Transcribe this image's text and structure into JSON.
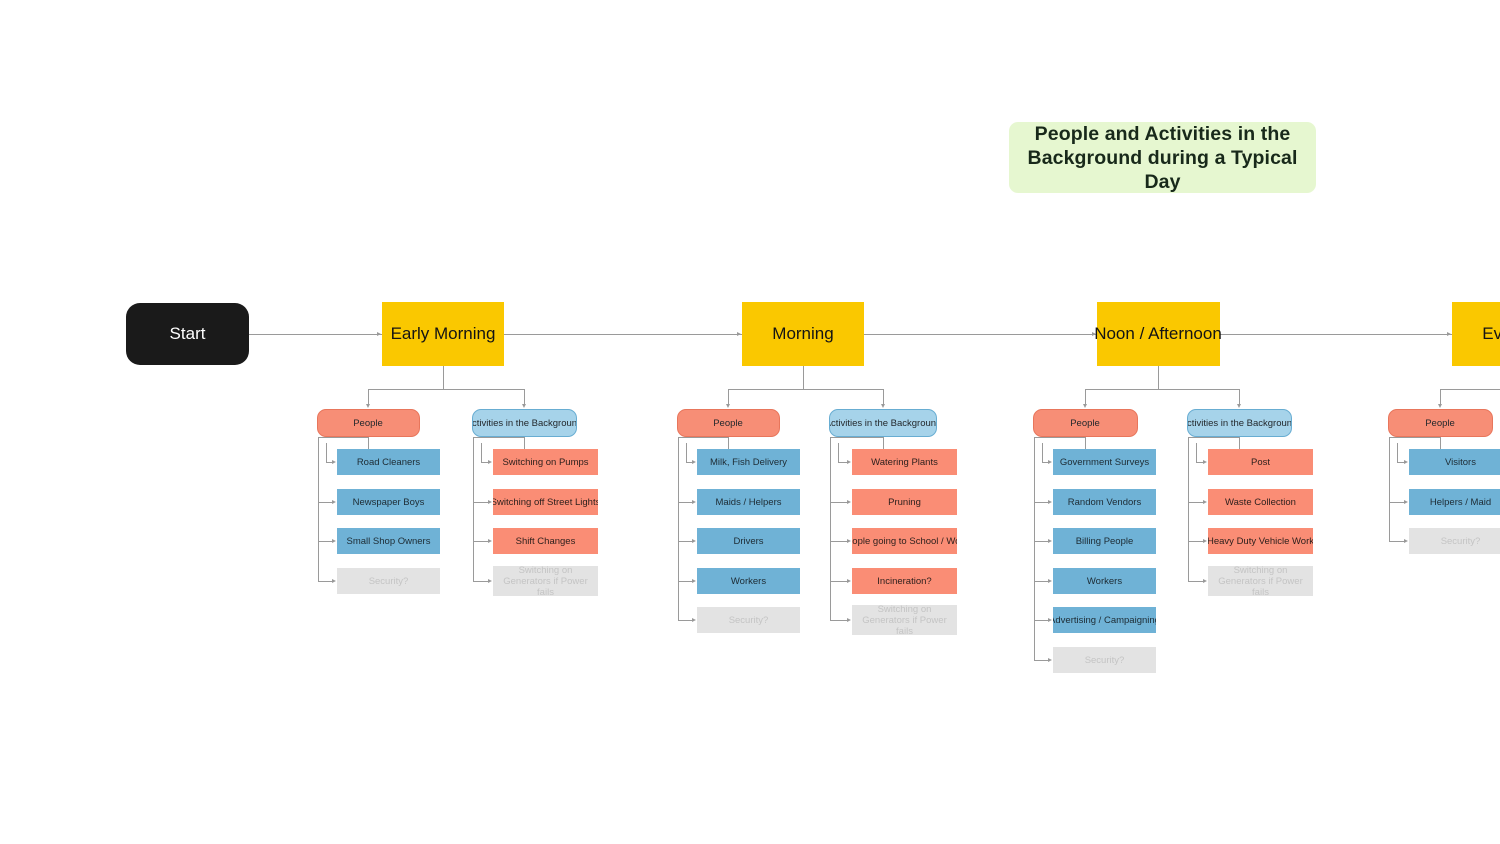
{
  "title": {
    "text": "People and Activities in the Background during a Typical Day",
    "background_color": "#E6F7D0",
    "text_color": "#18291a"
  },
  "colors": {
    "phase": "#FAC800",
    "start": "#1a1a1a",
    "people_pill": "#F78E76",
    "activities_pill": "#A6D3EA",
    "leaf_blue": "#6FB2D6",
    "leaf_salmon": "#FA8D75",
    "leaf_gray": "#E3E3E3",
    "connector": "#9a9a9a",
    "canvas": "#ffffff"
  },
  "start": {
    "label": "Start"
  },
  "category_labels": {
    "people": "People",
    "activities": "Activities in the Background"
  },
  "phases": [
    {
      "id": "early-morning",
      "label": "Early Morning",
      "people": [
        {
          "label": "Road Cleaners",
          "style": "blue"
        },
        {
          "label": "Newspaper Boys",
          "style": "blue"
        },
        {
          "label": "Small Shop Owners",
          "style": "blue"
        },
        {
          "label": "Security?",
          "style": "gray"
        }
      ],
      "activities": [
        {
          "label": "Switching on Pumps",
          "style": "salmon"
        },
        {
          "label": "Switching off Street Lights",
          "style": "salmon"
        },
        {
          "label": "Shift Changes",
          "style": "salmon"
        },
        {
          "label": "Switching on Generators if Power fails",
          "style": "gray"
        }
      ]
    },
    {
      "id": "morning",
      "label": "Morning",
      "people": [
        {
          "label": "Milk, Fish Delivery",
          "style": "blue"
        },
        {
          "label": "Maids / Helpers",
          "style": "blue"
        },
        {
          "label": "Drivers",
          "style": "blue"
        },
        {
          "label": "Workers",
          "style": "blue"
        },
        {
          "label": "Security?",
          "style": "gray"
        }
      ],
      "activities": [
        {
          "label": "Watering Plants",
          "style": "salmon"
        },
        {
          "label": "Pruning",
          "style": "salmon"
        },
        {
          "label": "People going to School / Work",
          "style": "salmon"
        },
        {
          "label": "Incineration?",
          "style": "salmon"
        },
        {
          "label": "Switching on Generators if Power fails",
          "style": "gray"
        }
      ]
    },
    {
      "id": "noon-afternoon",
      "label": "Noon / Afternoon",
      "people": [
        {
          "label": "Government Surveys",
          "style": "blue"
        },
        {
          "label": "Random Vendors",
          "style": "blue"
        },
        {
          "label": "Billing People",
          "style": "blue"
        },
        {
          "label": "Workers",
          "style": "blue"
        },
        {
          "label": "Advertising / Campaigning",
          "style": "blue"
        },
        {
          "label": "Security?",
          "style": "gray"
        }
      ],
      "activities": [
        {
          "label": "Post",
          "style": "salmon"
        },
        {
          "label": "Waste Collection",
          "style": "salmon"
        },
        {
          "label": "Heavy Duty Vehicle Work",
          "style": "salmon"
        },
        {
          "label": "Switching on Generators if Power fails",
          "style": "gray"
        }
      ]
    },
    {
      "id": "evening",
      "label": "Evening",
      "people": [
        {
          "label": "Visitors",
          "style": "blue"
        },
        {
          "label": "Helpers / Maid",
          "style": "blue"
        },
        {
          "label": "Security?",
          "style": "gray"
        }
      ],
      "activities": []
    }
  ]
}
